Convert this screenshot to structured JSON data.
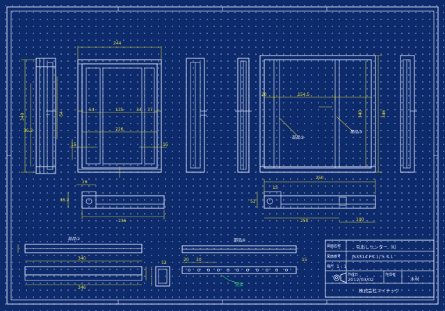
{
  "title_block": {
    "name_label": "図面名称",
    "name_value": "引出しセンター（Ⅱ）",
    "number_label": "図面番号",
    "number_value": "JS3314 PS.1/ 5 S.1",
    "scale_label": "縮尺",
    "scale_value": "1 : 1",
    "date_label": "作成日",
    "date_value": "2012/03/02",
    "author_label": "作成者",
    "author_value": "木村",
    "company": "株式会社エイテック"
  },
  "dimensions": {
    "d244": "244",
    "d340a": "340",
    "d352": "35.2",
    "d34a": "34",
    "d54": "54",
    "d135": "135",
    "d34b": "34",
    "d37": "37",
    "d15a": "15",
    "d15b": "15",
    "d226": "226",
    "d154": "154.5",
    "d20": "20",
    "d340b": "340",
    "d346": "346",
    "d26": "26",
    "d36a": "36.2",
    "d236": "236",
    "d250": "250",
    "d52": "52",
    "d15c": "15",
    "d100": "100",
    "d250b": "250",
    "d340c": "340",
    "d346b": "346",
    "d20b": "20",
    "d30": "30",
    "d12": "12",
    "d15d": "15"
  },
  "part_labels": {
    "p2": "部品②",
    "p3": "部品③",
    "p1": "部品①",
    "p4": "部品④"
  },
  "weld_note": "溶接"
}
